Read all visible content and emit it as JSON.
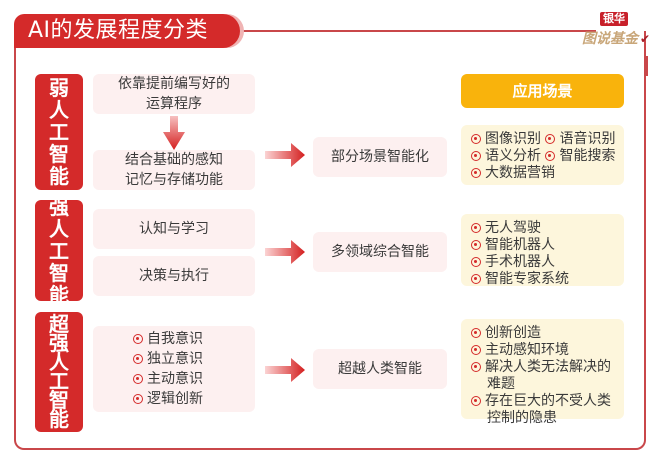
{
  "header": {
    "title": "AI的发展程度分类",
    "logo_top": "银华",
    "logo_bottom": "图说基金",
    "logo_mark": "✔"
  },
  "colors": {
    "primary_red": "#d42a2a",
    "border_red": "#c9474a",
    "app_header_orange": "#f9b30c",
    "pink_box": "#fdf0f0",
    "yellow_box": "#fdf6dc"
  },
  "app_header": "应用场景",
  "rows": [
    {
      "category": [
        "弱",
        "人",
        "工",
        "智",
        "能"
      ],
      "features": [
        "依靠提前编写好的\n运算程序",
        "结合基础的感知\n记忆与存储功能"
      ],
      "result": "部分场景智能化",
      "applications": [
        "图像识别",
        "语音识别",
        "语义分析",
        "智能搜索",
        "大数据营销"
      ]
    },
    {
      "category": [
        "强",
        "人",
        "工",
        "智",
        "能"
      ],
      "features": [
        "认知与学习",
        "决策与执行"
      ],
      "result": "多领域综合智能",
      "applications": [
        "无人驾驶",
        "智能机器人",
        "手术机器人",
        "智能专家系统"
      ]
    },
    {
      "category": [
        "超",
        "强",
        "人",
        "工",
        "智",
        "能"
      ],
      "features": [
        "自我意识",
        "独立意识",
        "主动意识",
        "逻辑创新"
      ],
      "result": "超越人类智能",
      "applications": [
        "创新创造",
        "主动感知环境",
        "解决人类无法解决的",
        "难题",
        "存在巨大的不受人类",
        "控制的隐患"
      ]
    }
  ]
}
